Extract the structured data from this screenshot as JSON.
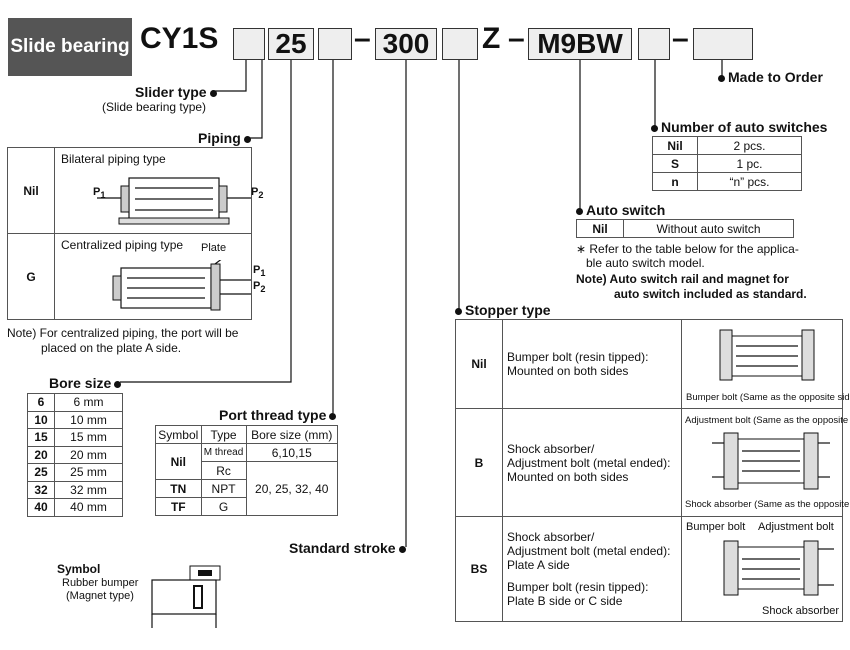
{
  "header": {
    "badge": "Slide bearing",
    "model": "CY1S",
    "bore_example": "25",
    "dash": "–",
    "stroke_example": "300",
    "z": "Z",
    "switch_example": "M9BW"
  },
  "made_to_order": "Made to Order",
  "slider_type": {
    "label": "Slider type",
    "sub": "(Slide bearing type)"
  },
  "piping": {
    "label": "Piping",
    "rows": [
      {
        "code": "Nil",
        "desc": "Bilateral piping type",
        "p1": "P",
        "p1sub": "1",
        "p2": "P",
        "p2sub": "2"
      },
      {
        "code": "G",
        "desc": "Centralized piping type",
        "plate": "Plate",
        "p1": "P",
        "p1sub": "1",
        "p2": "P",
        "p2sub": "2"
      }
    ],
    "note1": "Note) For centralized piping, the port will be",
    "note2": "placed on the plate A side."
  },
  "bore": {
    "label": "Bore size",
    "rows": [
      {
        "code": "6",
        "size": "6 mm"
      },
      {
        "code": "10",
        "size": "10 mm"
      },
      {
        "code": "15",
        "size": "15 mm"
      },
      {
        "code": "20",
        "size": "20 mm"
      },
      {
        "code": "25",
        "size": "25 mm"
      },
      {
        "code": "32",
        "size": "32 mm"
      },
      {
        "code": "40",
        "size": "40 mm"
      }
    ]
  },
  "port": {
    "label": "Port thread type",
    "headers": [
      "Symbol",
      "Type",
      "Bore size (mm)"
    ],
    "nil": "Nil",
    "mthread": "M thread",
    "mthread_bores": "6,10,15",
    "rc": "Rc",
    "tn": "TN",
    "npt": "NPT",
    "tf": "TF",
    "g": "G",
    "other_bores": "20, 25, 32, 40"
  },
  "standard_stroke": "Standard stroke",
  "num_switches": {
    "label": "Number of auto switches",
    "rows": [
      {
        "code": "Nil",
        "val": "2 pcs."
      },
      {
        "code": "S",
        "val": "1 pc."
      },
      {
        "code": "n",
        "val": "“n” pcs."
      }
    ]
  },
  "auto_switch": {
    "label": "Auto switch",
    "code": "Nil",
    "val": "Without auto switch",
    "note1": "∗ Refer to the table below for the applica-",
    "note2": "ble auto switch model.",
    "note3": "Note) Auto switch rail and magnet for",
    "note4": "auto switch included as standard."
  },
  "stopper": {
    "label": "Stopper type",
    "rows": [
      {
        "code": "Nil",
        "line1": "Bumper bolt (resin tipped):",
        "line2": "Mounted on both sides",
        "cap": "Bumper bolt (Same as the opposite side)"
      },
      {
        "code": "B",
        "line1": "Shock absorber/",
        "line2": "Adjustment bolt (metal ended):",
        "line3": "Mounted on both sides",
        "cap_top": "Adjustment bolt (Same as the opposite side)",
        "cap": "Shock absorber (Same as the opposite side)"
      },
      {
        "code": "BS",
        "line1": "Shock absorber/",
        "line2": "Adjustment bolt (metal ended):",
        "line3": "Plate A side",
        "line4": "Bumper bolt (resin tipped):",
        "line5": "Plate B side or C side",
        "cap_l": "Bumper bolt",
        "cap_r": "Adjustment bolt",
        "cap": "Shock absorber"
      }
    ]
  },
  "symbol": {
    "title": "Symbol",
    "line1": "Rubber bumper",
    "line2": "(Magnet type)"
  }
}
